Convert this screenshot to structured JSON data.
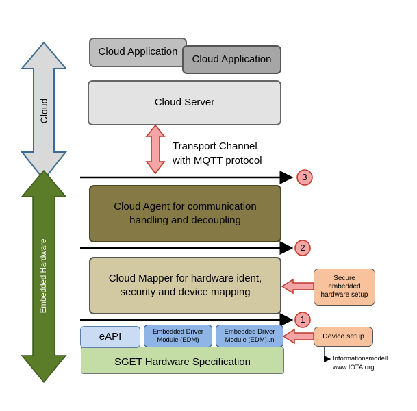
{
  "cloud_label": "Cloud",
  "embedded_label": "Embedded Hardware",
  "cloud_app_1": "Cloud Application",
  "cloud_app_2": "Cloud Application",
  "cloud_server": "Cloud Server",
  "transport_line1": "Transport Channel",
  "transport_line2": "with MQTT protocol",
  "cloud_agent_line1": "Cloud Agent for communication",
  "cloud_agent_line2": "handling and decoupling",
  "cloud_mapper_line1": "Cloud Mapper for hardware ident,",
  "cloud_mapper_line2": "security and device mapping",
  "secure_line1": "Secure",
  "secure_line2": "embedded",
  "secure_line3": "hardware setup",
  "eapi": "eAPI",
  "edm1_line1": "Embedded Driver",
  "edm1_line2": "Module (EDM)",
  "edm2_line1": "Embedded Driver",
  "edm2_line2": "Module (EDM)..n",
  "device_setup": "Device setup",
  "sget": "SGET Hardware Specification",
  "info_line1": "Informationsmodell",
  "info_line2": "www.IOTA.org",
  "markers": [
    "3",
    "2",
    "1"
  ],
  "colors": {
    "cloud_arrow": "#d9d9d9",
    "cloud_arrow_border": "#3e6b8f",
    "embedded_arrow": "#5b7d2a",
    "red": "#c0392b",
    "red_fill": "#f4a6a6",
    "agent": "#857a45",
    "mapper": "#d2c9a3",
    "orange": "#f8c39c",
    "green": "#c4dda6",
    "blue": "#8fb5e6",
    "eapi": "#c9dcf3"
  }
}
